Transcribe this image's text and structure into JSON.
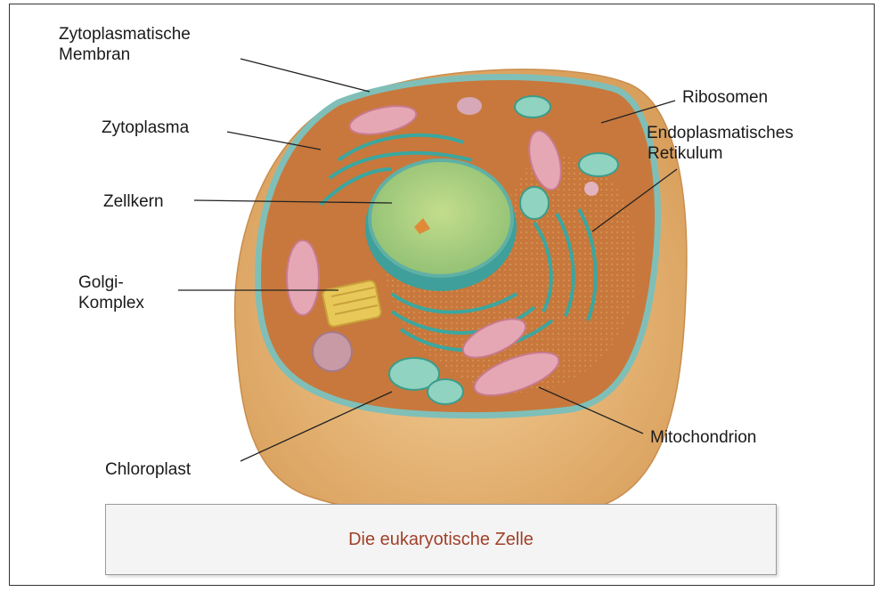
{
  "labels": {
    "cytoplasmic_membrane_line1": "Zytoplasmatische",
    "cytoplasmic_membrane_line2": "Membran",
    "cytoplasm": "Zytoplasma",
    "nucleus": "Zellkern",
    "golgi_line1": "Golgi-",
    "golgi_line2": "Komplex",
    "chloroplast": "Chloroplast",
    "ribosomes": "Ribosomen",
    "er_line1": "Endoplasmatisches",
    "er_line2": "Retikulum",
    "mitochondrion": "Mitochondrion"
  },
  "caption": "Die eukaryotische Zelle",
  "colors": {
    "cell_outer": "#e7b877",
    "cytoplasm": "#c8783c",
    "membrane": "#7fbfb8",
    "nucleus": "#a9cf7c",
    "mitochondria": "#e5a7b4",
    "chloroplast": "#5cae9a",
    "caption_text": "#a0412a"
  }
}
